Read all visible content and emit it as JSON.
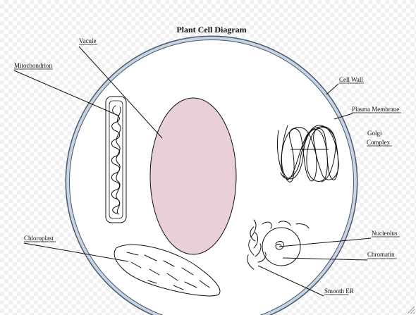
{
  "title": "Plant Cell Diagram",
  "labels": {
    "vacule": "Vacule",
    "mitochondrion": "Mitochondrion",
    "cell_wall": "Cell Wall",
    "plasma_membrane": "Plasma Membrane",
    "golgi_line1": "Golgi",
    "golgi_line2": "Complex",
    "chloroplast": "Chloroplast",
    "nucleolus": "Nucleolus",
    "chromatin": "Chromatin",
    "smooth_er": "Smooth ER"
  },
  "colors": {
    "cell_wall": "#4a5a6a",
    "membrane": "#c6d4e4",
    "vacuole": "#e8cfd8",
    "outline": "#111111"
  }
}
